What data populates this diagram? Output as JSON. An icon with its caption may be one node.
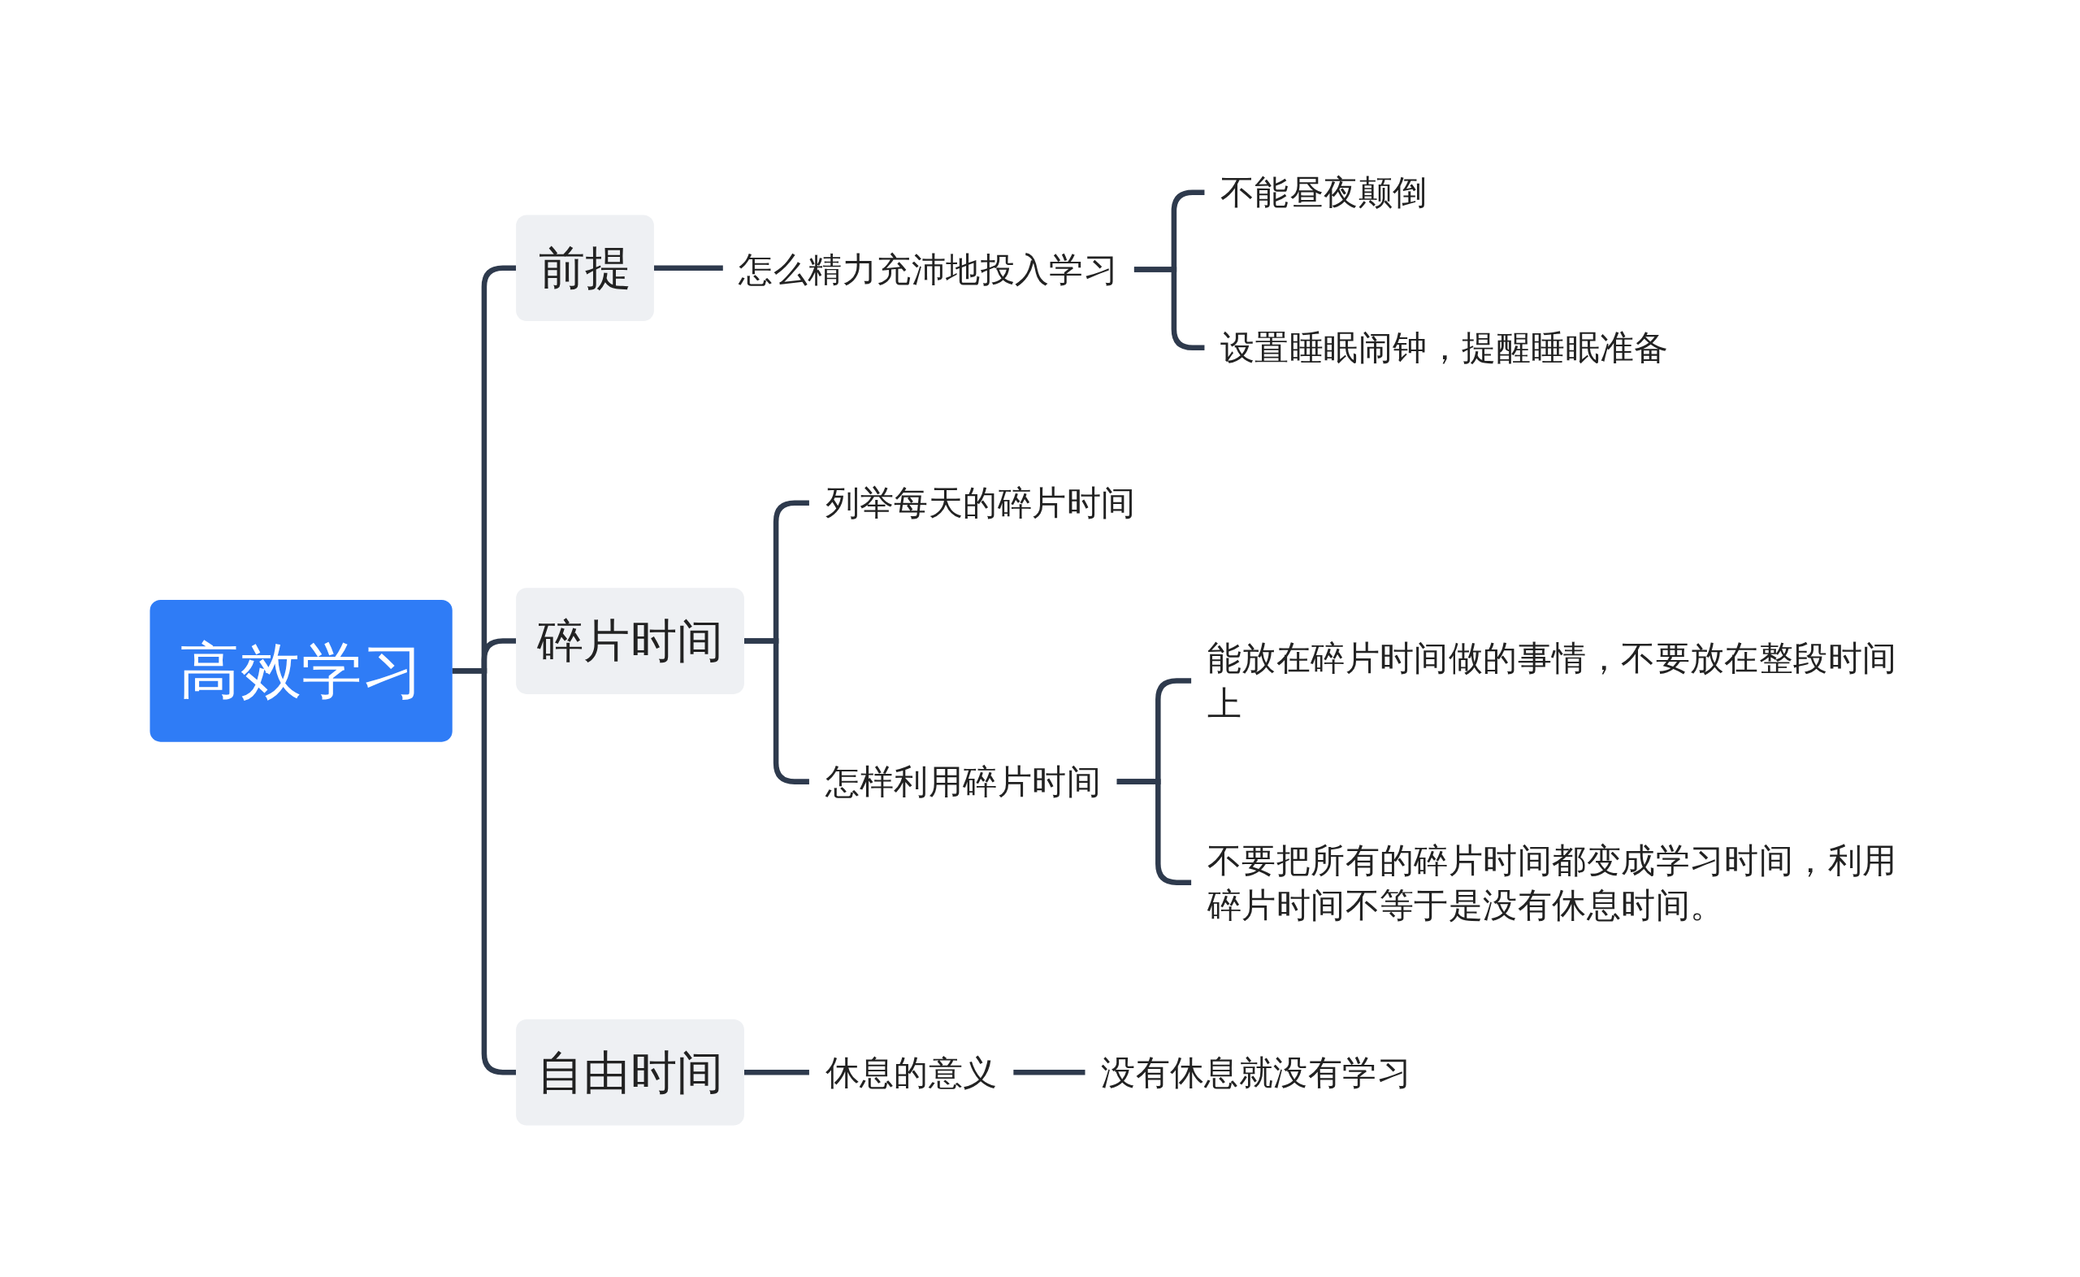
{
  "diagram": {
    "nodes": [
      {
        "text": [
          "高效学习"
        ]
      },
      {
        "text": [
          "前提"
        ]
      },
      {
        "text": [
          "碎片时间"
        ]
      },
      {
        "text": [
          "自由时间"
        ]
      },
      {
        "text": [
          "怎么精力充沛地投入学习"
        ]
      },
      {
        "text": [
          "不能昼夜颠倒"
        ]
      },
      {
        "text": [
          "设置睡眠闹钟，提醒睡眠准备"
        ]
      },
      {
        "text": [
          "列举每天的碎片时间"
        ]
      },
      {
        "text": [
          "怎样利用碎片时间"
        ]
      },
      {
        "text": [
          "能放在碎片时间做的事情，不要放在整段时间上"
        ]
      },
      {
        "text": [
          "不要把所有的碎片时间都变成学习时间，利用碎片时间不等于是没有休息时间。"
        ]
      },
      {
        "text": [
          "休息的意义"
        ]
      },
      {
        "text": [
          "没有休息就没有学习"
        ]
      }
    ],
    "edges": [
      {
        "from": 0,
        "to": 1,
        "arrow": "none"
      },
      {
        "from": 0,
        "to": 2,
        "arrow": "none"
      },
      {
        "from": 0,
        "to": 3,
        "arrow": "none"
      },
      {
        "from": 1,
        "to": 4,
        "arrow": "none"
      },
      {
        "from": 4,
        "to": 5,
        "arrow": "none"
      },
      {
        "from": 4,
        "to": 6,
        "arrow": "none"
      },
      {
        "from": 2,
        "to": 7,
        "arrow": "none"
      },
      {
        "from": 2,
        "to": 8,
        "arrow": "none"
      },
      {
        "from": 8,
        "to": 9,
        "arrow": "none"
      },
      {
        "from": 8,
        "to": 10,
        "arrow": "none"
      },
      {
        "from": 3,
        "to": 11,
        "arrow": "none"
      },
      {
        "from": 11,
        "to": 12,
        "arrow": "none"
      }
    ]
  }
}
